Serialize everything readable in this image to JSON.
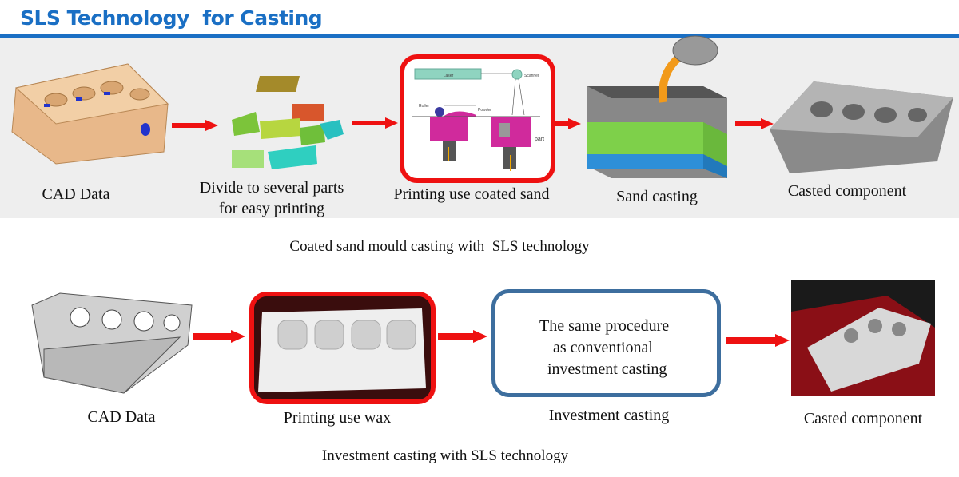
{
  "title": "SLS Technology  for Casting",
  "top_flow": {
    "steps": [
      {
        "label": "CAD Data"
      },
      {
        "label_line1": "Divide to several parts",
        "label_line2": "for easy printing"
      },
      {
        "label": "Printing use coated sand",
        "diagram": {
          "laser": "Laser",
          "scanner": "Scanner",
          "roller": "Roller",
          "powder": "Powder",
          "part": "part"
        }
      },
      {
        "label": "Sand casting"
      },
      {
        "label": "Casted component"
      }
    ],
    "caption": "Coated sand mould casting with  SLS technology"
  },
  "bottom_flow": {
    "steps": [
      {
        "label": "CAD Data"
      },
      {
        "label": "Printing use wax"
      },
      {
        "label": "Investment casting",
        "box_lines": [
          "The same procedure",
          "as conventional",
          "investment casting"
        ]
      },
      {
        "label": "Casted component"
      }
    ],
    "caption": "Investment casting with SLS technology"
  },
  "colors": {
    "accent": "#1a6fc4",
    "arrow": "#ee1111",
    "highlight": "#ee1111",
    "box_border": "#3d6e9e"
  }
}
